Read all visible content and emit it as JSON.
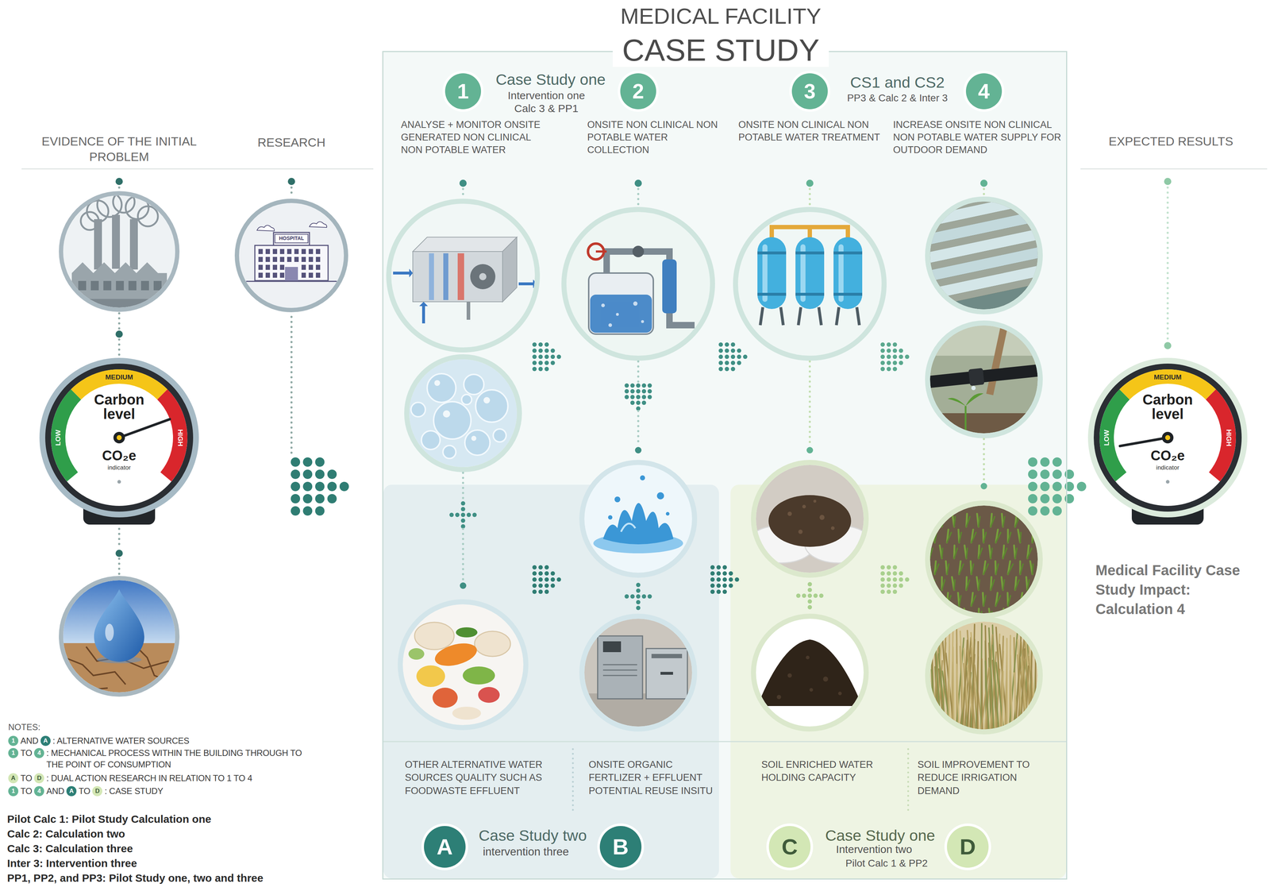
{
  "diagram": {
    "title": "MEDICAL FACILITY",
    "nodes": [
      {
        "text": [
          "MEDIUM",
          "LOW",
          "HIGH",
          "Carbon level",
          "CO₂e",
          "indicator"
        ]
      },
      {
        "text": [
          "HOSPITAL"
        ]
      },
      {
        "text": [
          "CASE STUDY"
        ]
      },
      {
        "text": [
          "1"
        ],
        "in": 2
      },
      {
        "text": [
          "2"
        ],
        "in": 2
      },
      {
        "text": [
          "3"
        ],
        "in": 2
      },
      {
        "text": [
          "4"
        ],
        "in": 2
      },
      {
        "text": [
          "OTHER ALTERNATIVE WATER SOURCES QUALITY SUCH AS FOODWASTE EFFLUENT",
          "ONSITE ORGANIC FERTLIZER + EFFLUENT POTENTIAL REUSE INSITU",
          "Case Study two",
          "intervention three"
        ],
        "in": 2
      },
      {
        "text": [
          "A"
        ],
        "in": 7
      },
      {
        "text": [
          "B"
        ],
        "in": 7
      },
      {
        "text": [
          "SOIL ENRICHED WATER HOLDING CAPACITY",
          "SOIL IMPROVEMENT TO REDUCE IRRIGATION DEMAND",
          "Case Study one",
          "Intervention two",
          "Pilot Calc 1 & PP2"
        ],
        "in": 2
      },
      {
        "text": [
          "C"
        ],
        "in": 10
      },
      {
        "text": [
          "D"
        ],
        "in": 10
      },
      {
        "text": [
          "MEDIUM",
          "LOW",
          "HIGH",
          "Carbon level",
          "CO₂e",
          "indicator"
        ]
      }
    ],
    "labels": [
      "EVIDENCE OF THE INITIAL PROBLEM",
      "RESEARCH",
      "Case Study one",
      "Intervention one",
      "Calc 3 & PP1",
      "CS1 and CS2",
      "PP3 & Calc 2 & Inter 3",
      "ANALYSE + MONITOR ONSITE GENERATED NON CLINICAL NON POTABLE WATER",
      "ONSITE NON CLINICAL NON POTABLE WATER COLLECTION",
      "ONSITE NON CLINICAL NON POTABLE WATER TREATMENT",
      "INCREASE ONSITE NON CLINICAL NON POTABLE WATER SUPPLY FOR OUTDOOR DEMAND",
      "EXPECTED RESULTS",
      "Medical Facility Case Study Impact: Calculation 4",
      "NOTES:",
      "1",
      "AND",
      "A",
      ": ALTERNATIVE WATER SOURCES",
      "1",
      "TO",
      "4",
      ": MECHANICAL PROCESS WITHIN THE BUILDING THROUGH TO THE POINT OF CONSUMPTION",
      "A",
      "TO",
      "D",
      ": DUAL ACTION RESEARCH IN RELATION TO 1 TO 4",
      "1",
      "TO",
      "4",
      "AND",
      "A",
      "TO",
      "D",
      ": CASE STUDY",
      "Pilot Calc 1: Pilot Study Calculation one",
      "Calc 2: Calculation two",
      "Calc 3: Calculation three",
      "Inter 3: Intervention three",
      "PP1, PP2, and PP3: Pilot Study one, two and three"
    ]
  }
}
